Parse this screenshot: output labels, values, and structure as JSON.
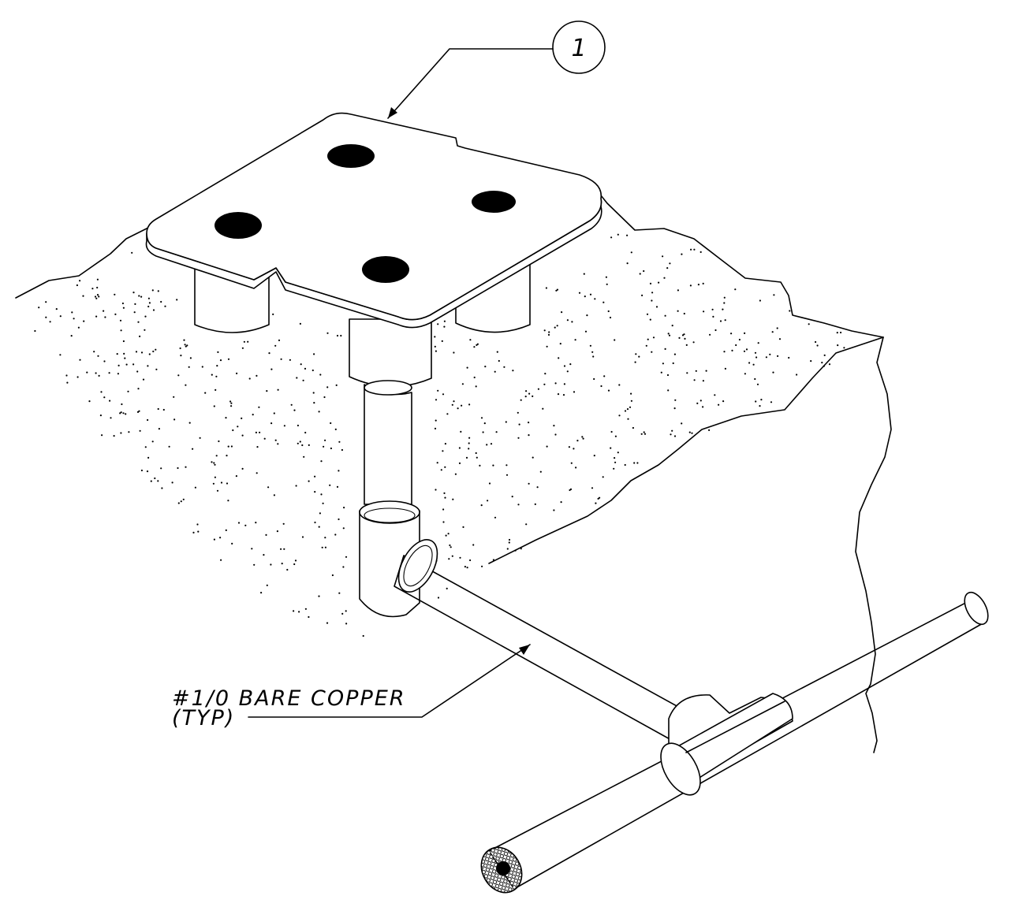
{
  "callout": {
    "number": "1"
  },
  "labels": {
    "conductor_line1": "#1/0 BARE COPPER",
    "conductor_line2": "(TYP)"
  }
}
